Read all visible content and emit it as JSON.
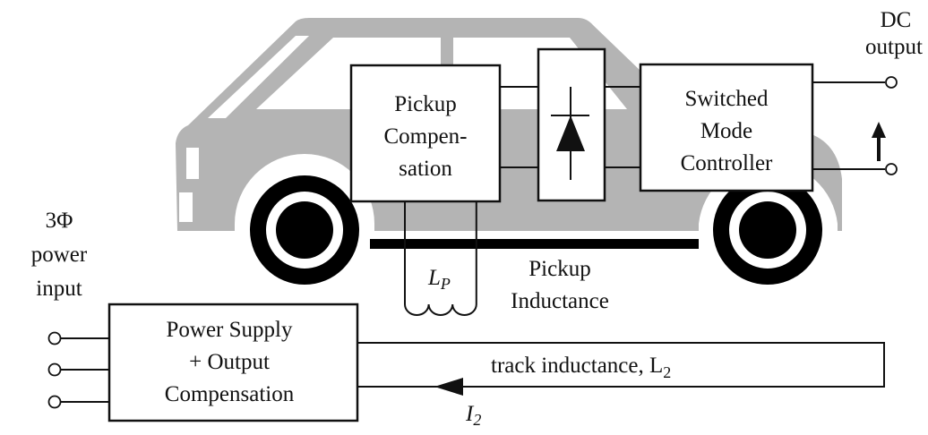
{
  "colors": {
    "car_body": "#b4b4b4",
    "ink": "#111111",
    "background": "#ffffff"
  },
  "blocks": {
    "pickup_compensation": [
      "Pickup",
      "Compen-",
      "sation"
    ],
    "rectifier_icon": "diode-icon",
    "switched_mode_controller": [
      "Switched",
      "Mode",
      "Controller"
    ],
    "power_supply": [
      "Power Supply",
      "+ Output",
      "Compensation"
    ]
  },
  "labels": {
    "dc_output": [
      "DC",
      "output"
    ],
    "power_input": [
      "3Φ",
      "power",
      "input"
    ],
    "pickup_inductance_symbol": "L",
    "pickup_inductance_sub": "P",
    "pickup_inductance": [
      "Pickup",
      "Inductance"
    ],
    "track_inductance": "track inductance, L",
    "track_inductance_sub": "2",
    "current": "I",
    "current_sub": "2"
  }
}
